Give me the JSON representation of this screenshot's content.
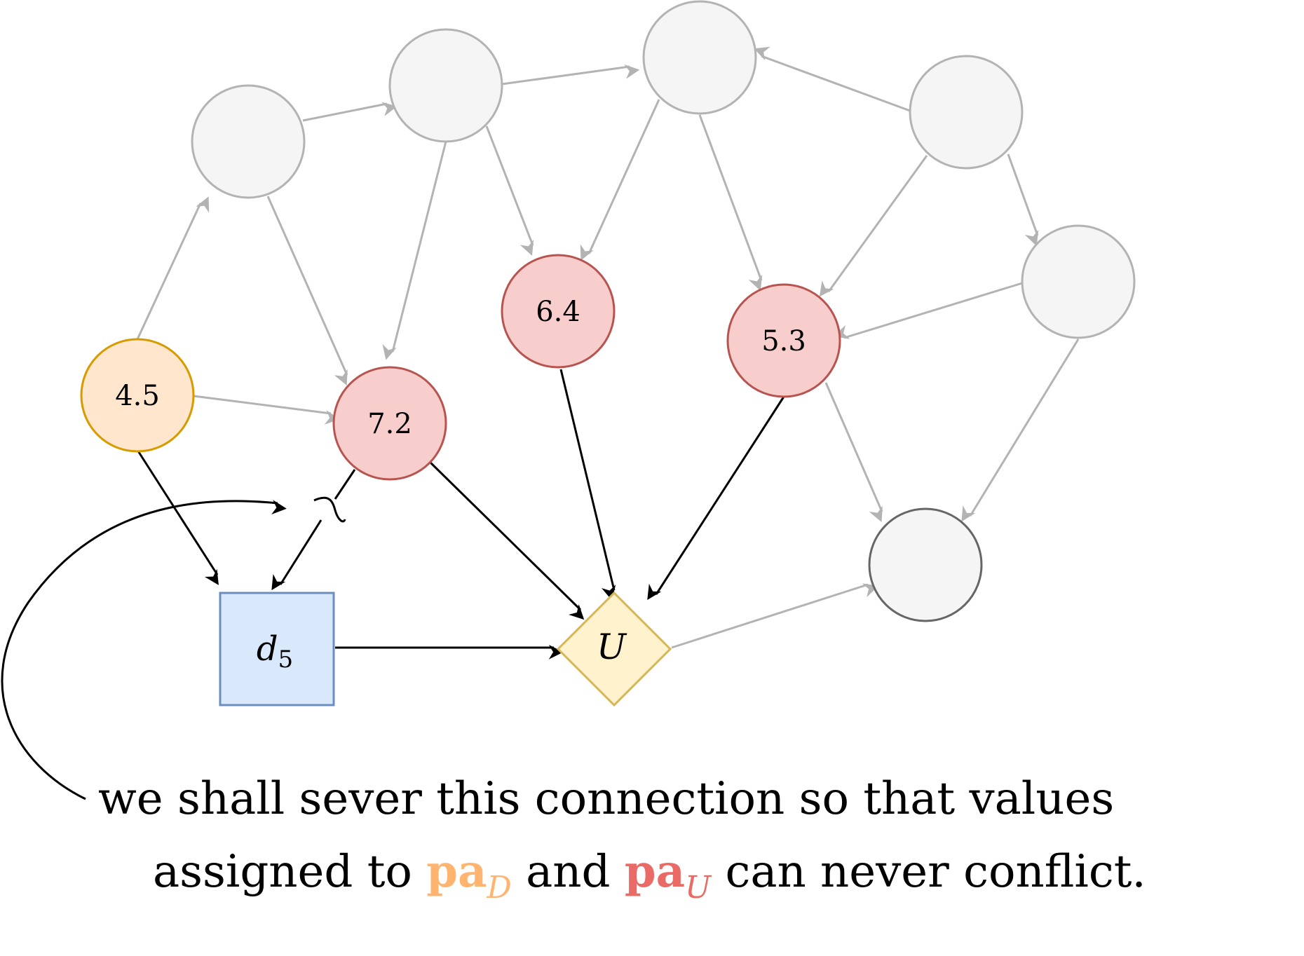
{
  "colors": {
    "gray_fill": "#f5f5f5",
    "gray_stroke": "#b3b3b3",
    "dark_stroke": "#666666",
    "orange_fill": "#ffe6cc",
    "orange_stroke": "#d79b00",
    "red_fill": "#f8cecc",
    "red_stroke": "#b85450",
    "blue_fill": "#dae8fc",
    "blue_stroke": "#6c8ebf",
    "yellow_fill": "#fff2cc",
    "yellow_stroke": "#d6b656",
    "pa_d_color": "#ffb570",
    "pa_u_color": "#ea6b66"
  },
  "nodes": {
    "n45": {
      "label": "4.5"
    },
    "n72": {
      "label": "7.2"
    },
    "n64": {
      "label": "6.4"
    },
    "n53": {
      "label": "5.3"
    },
    "decision": {
      "label": "d",
      "subscript": "5"
    },
    "utility": {
      "label": "U"
    }
  },
  "caption": {
    "line1": "we shall sever this connection so that values",
    "line2_prefix": "assigned to",
    "pa_d": "pa",
    "pa_d_sub": "D",
    "line2_mid": "and",
    "pa_u": "pa",
    "pa_u_sub": "U",
    "line2_suffix": "can never conflict."
  },
  "icons": {
    "sever_mark": "tilde-cut-icon"
  }
}
